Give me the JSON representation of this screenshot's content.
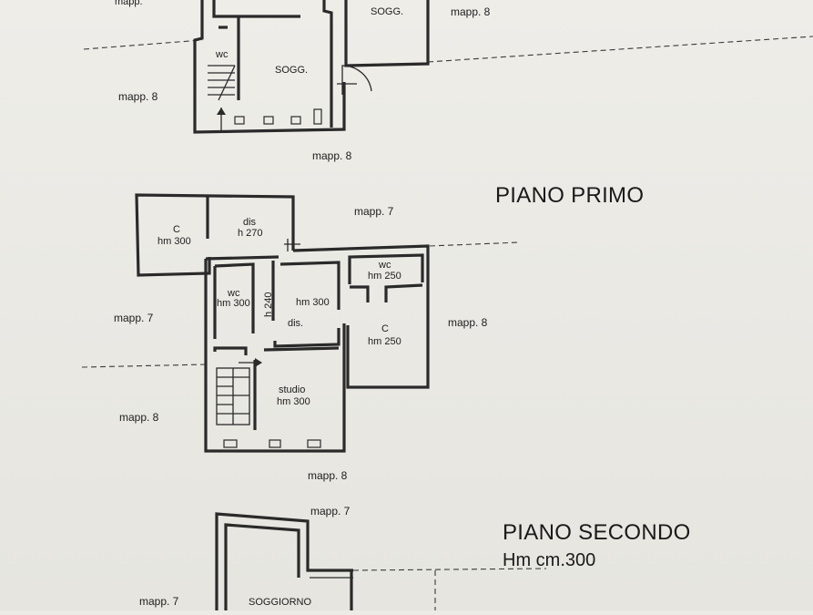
{
  "top_plan": {
    "rooms": {
      "sogg_left": "SOGG.",
      "sogg_right": "SOGG.",
      "wc": "wc"
    },
    "neighbors": {
      "top_left": "mapp.",
      "right": "mapp. 8",
      "left": "mapp. 8",
      "bottom": "mapp. 8"
    }
  },
  "piano_primo": {
    "title": "PIANO PRIMO",
    "rooms": {
      "c1_name": "C",
      "c1_height": "hm 300",
      "dis_top_name": "dis",
      "dis_top_height": "h 270",
      "wc1_name": "wc",
      "wc1_height": "hm 300",
      "h240": "h 240",
      "room_mid_height": "hm 300",
      "wc2_name": "wc",
      "wc2_height": "hm 250",
      "dis_mid": "dis.",
      "c2_name": "C",
      "c2_height": "hm 250",
      "studio_name": "studio",
      "studio_height": "hm 300"
    },
    "neighbors": {
      "top": "mapp. 7",
      "left": "mapp. 7",
      "right": "mapp. 8",
      "left_lower": "mapp. 8",
      "bottom": "mapp. 8"
    }
  },
  "piano_secondo": {
    "title": "PIANO SECONDO",
    "subtitle": "Hm cm.300",
    "rooms": {
      "soggiorno": "SOGGIORNO"
    },
    "neighbors": {
      "top": "mapp. 7",
      "left": "mapp. 7"
    }
  }
}
